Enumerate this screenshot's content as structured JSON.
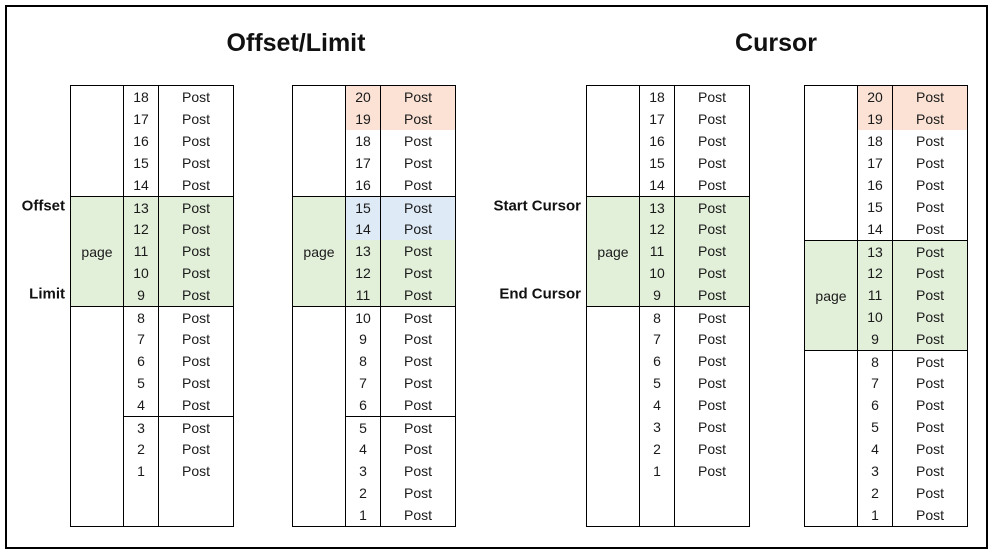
{
  "titles": {
    "left": "Offset/Limit",
    "right": "Cursor"
  },
  "labels": {
    "post": "Post",
    "page": "page"
  },
  "colors": {
    "green": "#E2EFD9",
    "blue": "#DEEAF6",
    "orange": "#FBE2D5",
    "line": "#000000"
  },
  "annotations": [
    {
      "name": "offset-label",
      "text": "Offset",
      "table": 0,
      "row": 13
    },
    {
      "name": "limit-label",
      "text": "Limit",
      "table": 0,
      "row": 9
    },
    {
      "name": "start-cursor-label",
      "text": "Start Cursor",
      "table": 2,
      "row": 13
    },
    {
      "name": "end-cursor-label",
      "text": "End Cursor",
      "table": 2,
      "row": 9
    }
  ],
  "tables": [
    {
      "name": "offset-limit-list-page-current",
      "numbers": [
        18,
        17,
        16,
        15,
        14,
        13,
        12,
        11,
        10,
        9,
        8,
        7,
        6,
        5,
        4,
        3,
        2,
        1
      ],
      "total_slots": 20,
      "left_segments": [
        {
          "span": 5,
          "color": null,
          "label": null,
          "line_top": false
        },
        {
          "span": 5,
          "color": "green",
          "label": "page",
          "line_top": true
        },
        {
          "span": 10,
          "color": null,
          "label": null,
          "line_top": true
        }
      ],
      "row_colors": {
        "13": "green",
        "12": "green",
        "11": "green",
        "10": "green",
        "9": "green"
      },
      "line_above_rows": [
        13,
        8,
        3
      ]
    },
    {
      "name": "offset-limit-list-after-inserts",
      "numbers": [
        20,
        19,
        18,
        17,
        16,
        15,
        14,
        13,
        12,
        11,
        10,
        9,
        8,
        7,
        6,
        5,
        4,
        3,
        2,
        1
      ],
      "total_slots": 20,
      "left_segments": [
        {
          "span": 5,
          "color": null,
          "label": null,
          "line_top": false
        },
        {
          "span": 5,
          "color": "green",
          "label": "page",
          "line_top": true
        },
        {
          "span": 10,
          "color": null,
          "label": null,
          "line_top": true
        }
      ],
      "row_colors": {
        "20": "orange",
        "19": "orange",
        "15": "blue",
        "14": "blue",
        "13": "green",
        "12": "green",
        "11": "green"
      },
      "line_above_rows": [
        15,
        10,
        5
      ]
    },
    {
      "name": "cursor-list-page-current",
      "numbers": [
        18,
        17,
        16,
        15,
        14,
        13,
        12,
        11,
        10,
        9,
        8,
        7,
        6,
        5,
        4,
        3,
        2,
        1
      ],
      "total_slots": 20,
      "left_segments": [
        {
          "span": 5,
          "color": null,
          "label": null,
          "line_top": false
        },
        {
          "span": 5,
          "color": "green",
          "label": "page",
          "line_top": true
        },
        {
          "span": 10,
          "color": null,
          "label": null,
          "line_top": true
        }
      ],
      "row_colors": {
        "13": "green",
        "12": "green",
        "11": "green",
        "10": "green",
        "9": "green"
      },
      "line_above_rows": [
        13,
        8
      ]
    },
    {
      "name": "cursor-list-after-inserts",
      "numbers": [
        20,
        19,
        18,
        17,
        16,
        15,
        14,
        13,
        12,
        11,
        10,
        9,
        8,
        7,
        6,
        5,
        4,
        3,
        2,
        1
      ],
      "total_slots": 20,
      "left_segments": [
        {
          "span": 7,
          "color": null,
          "label": null,
          "line_top": false
        },
        {
          "span": 5,
          "color": "green",
          "label": "page",
          "line_top": true
        },
        {
          "span": 8,
          "color": null,
          "label": null,
          "line_top": true
        }
      ],
      "row_colors": {
        "20": "orange",
        "19": "orange",
        "13": "green",
        "12": "green",
        "11": "green",
        "10": "green",
        "9": "green"
      },
      "line_above_rows": [
        13,
        8
      ]
    }
  ]
}
